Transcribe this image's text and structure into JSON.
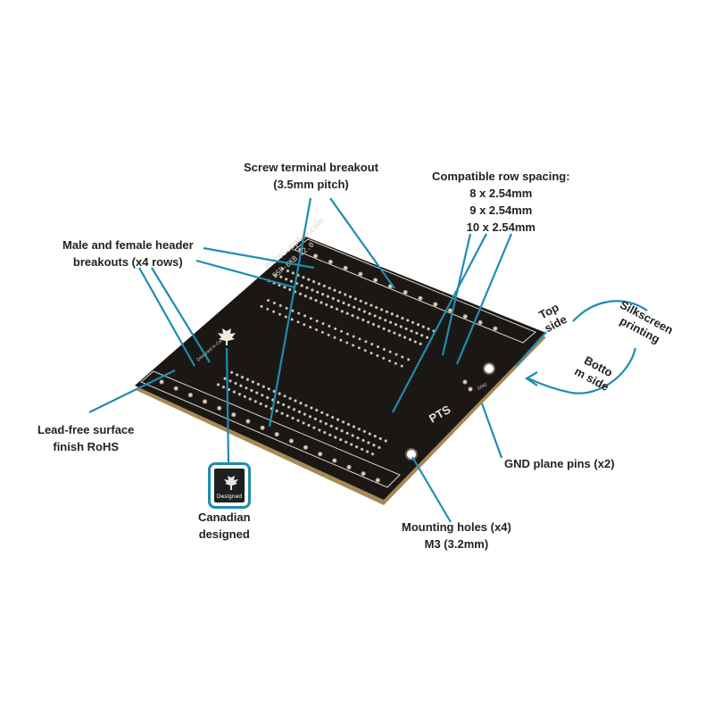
{
  "callouts": {
    "screw_terminal": {
      "line1": "Screw terminal breakout",
      "line2": "(3.5mm pitch)"
    },
    "row_spacing": {
      "line1": "Compatible row spacing:",
      "line2": "8 x 2.54mm",
      "line3": "9 x 2.54mm",
      "line4": "10 x 2.54mm"
    },
    "headers": {
      "line1": "Male and female header",
      "line2": "breakouts (x4 rows)"
    },
    "top_side": {
      "line1": "Top",
      "line2": "side"
    },
    "silkscreen": {
      "line1": "Silkscreen",
      "line2": "printing"
    },
    "bottom_side": {
      "line1": "Botto",
      "line2": "m side"
    },
    "lead_free": {
      "line1": "Lead-free surface",
      "line2": "finish RoHS"
    },
    "gnd_pins": {
      "line1": "GND plane pins (x2)"
    },
    "canadian": {
      "line1": "Canadian",
      "line2": "designed"
    },
    "mounting": {
      "line1": "Mounting holes (x4)",
      "line2": "M3 (3.2mm)"
    }
  },
  "badge": {
    "label": "Designed"
  },
  "board": {
    "silk_url": "ProtoSupplies.com",
    "silk_model": "ESP-BKB v2.0",
    "silk_designed": "Designed in Canada",
    "logo": "PTS",
    "gnd_label": "GND",
    "colors": {
      "pcb": "#1b1715",
      "edge": "#b89b62",
      "pad": "#cfc7b0",
      "callout_line": "#1e8db0"
    }
  }
}
